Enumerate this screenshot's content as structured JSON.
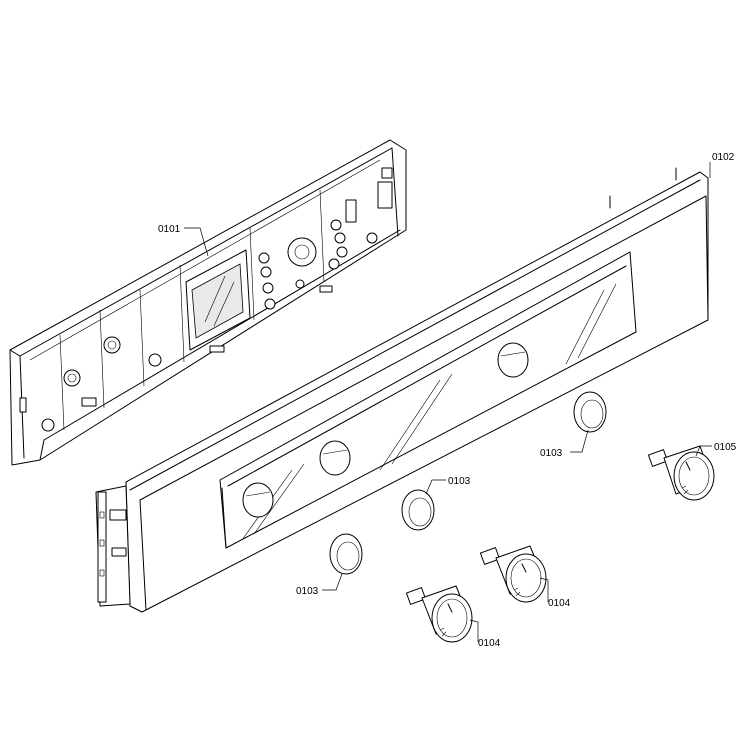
{
  "parts": [
    {
      "id": "frame",
      "label": "0101"
    },
    {
      "id": "panel",
      "label": "0102"
    },
    {
      "id": "ring-a",
      "label": "0103"
    },
    {
      "id": "ring-b",
      "label": "0103"
    },
    {
      "id": "ring-c",
      "label": "0103"
    },
    {
      "id": "knob-a",
      "label": "0104"
    },
    {
      "id": "knob-b",
      "label": "0104"
    },
    {
      "id": "knob-c",
      "label": "0105"
    }
  ]
}
